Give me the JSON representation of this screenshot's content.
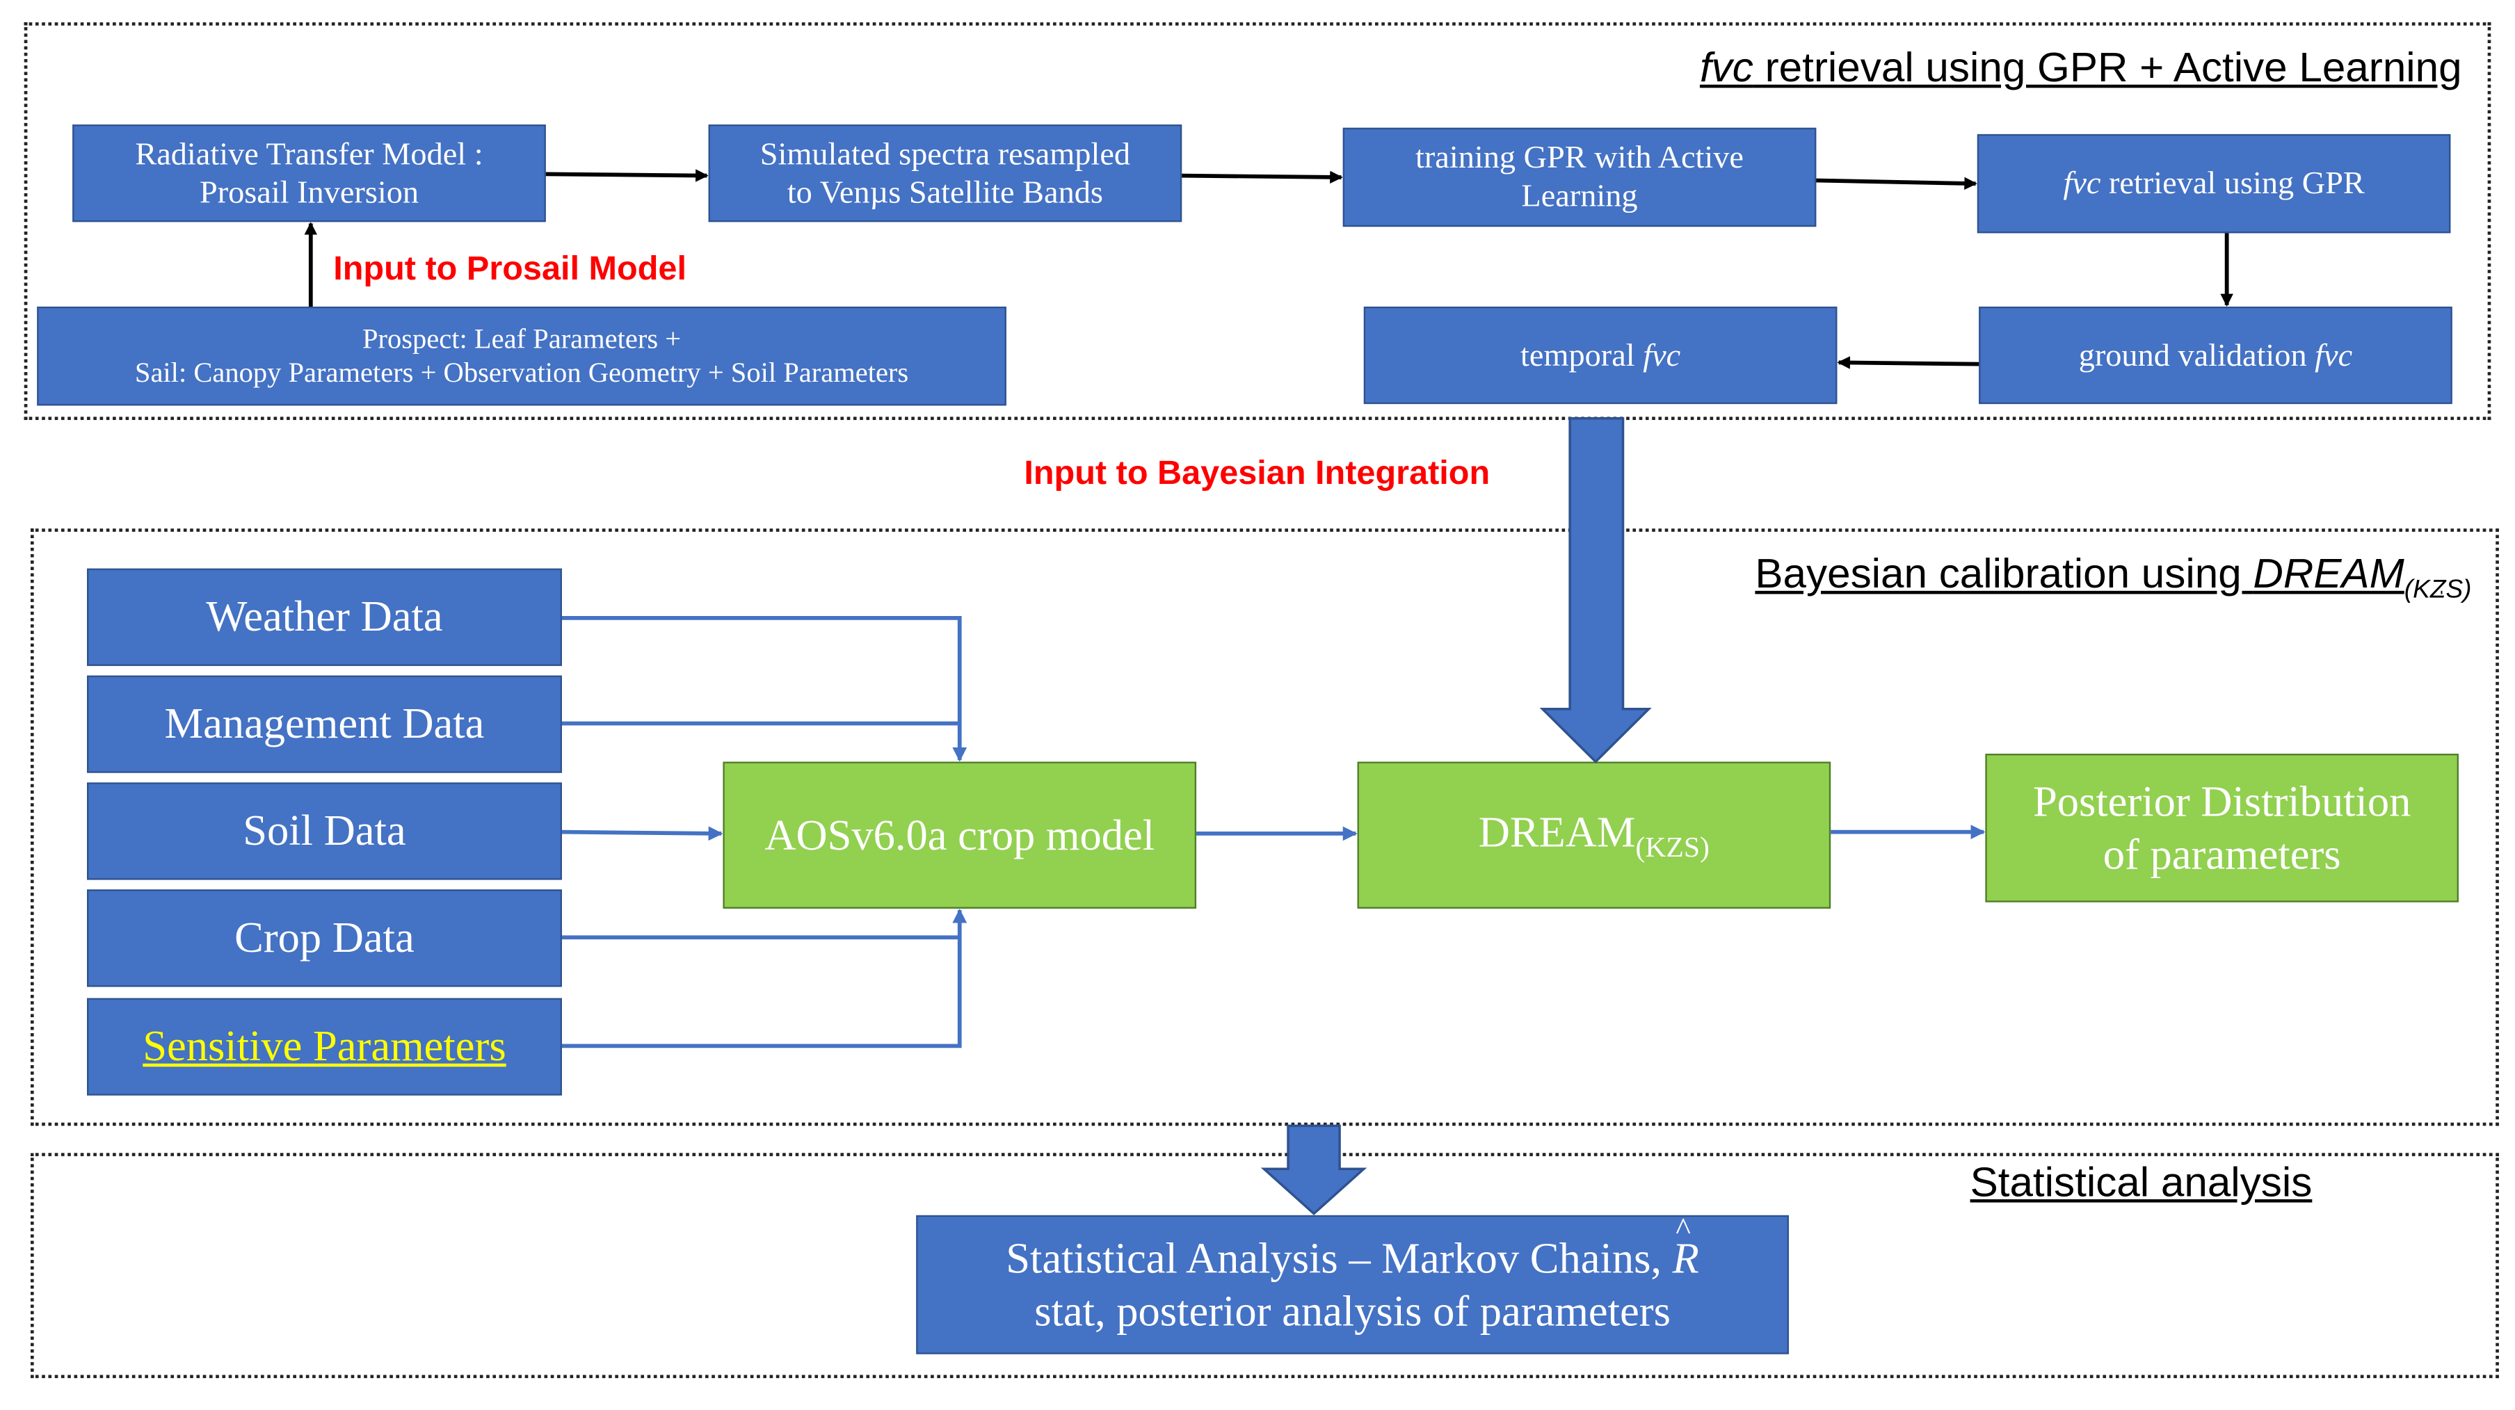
{
  "panels": {
    "top": {
      "title_italic": "fvc",
      "title_rest": " retrieval using GPR + Active Learning"
    },
    "middle": {
      "title_main": "Bayesian calibration using ",
      "title_italic": "DREAM",
      "title_sub": "(KZS)"
    },
    "bottom": {
      "title": "Statistical analysis"
    }
  },
  "top_boxes": {
    "rtm": {
      "line1": "Radiative Transfer Model :",
      "line2": "Prosail Inversion"
    },
    "spectra": {
      "line1": "Simulated spectra resampled",
      "line2": "to Venµs Satellite Bands"
    },
    "training": {
      "line1": "training GPR with Active",
      "line2": "Learning"
    },
    "retrieval": {
      "italic": "fvc",
      "rest": " retrieval using GPR"
    },
    "prospect": {
      "line1": "Prospect: Leaf Parameters +",
      "line2": "Sail: Canopy Parameters + Observation Geometry + Soil Parameters"
    },
    "ground": {
      "text": "ground validation ",
      "italic": "fvc"
    },
    "temporal": {
      "text": "temporal ",
      "italic": "fvc"
    }
  },
  "annotations": {
    "prosail_input": "Input to Prosail Model",
    "bayesian_input": "Input to Bayesian Integration"
  },
  "inputs": [
    "Weather Data",
    "Management Data",
    "Soil Data",
    "Crop Data"
  ],
  "sensitive": "Sensitive Parameters",
  "model": "AOSv6.0a crop model",
  "dream": {
    "main": "DREAM",
    "sub": "(KZS)"
  },
  "posterior": {
    "line1": "Posterior Distribution",
    "line2": "of parameters"
  },
  "stats": {
    "line1a": "Statistical Analysis – Markov Chains, ",
    "rhat": "R",
    "line2": "stat, posterior analysis of parameters"
  },
  "colors": {
    "blue": "#4472c4",
    "green": "#92d050",
    "red": "#ff0000",
    "yellow": "#ffff00"
  }
}
